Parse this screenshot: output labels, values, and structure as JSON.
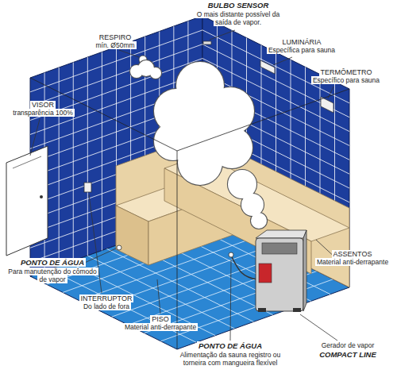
{
  "diagram": {
    "labels": [
      "BULBO SENSOR",
      "O mais distante possível da saída de vapor.",
      "RESPIRO",
      "mín. Ø50mm",
      "LUMINÁRIA",
      "Específica para sauna",
      "TERMÔMETRO",
      "Específico para sauna",
      "VISOR",
      "transparência 100%",
      "PONTO DE ÁGUA",
      "Para manutenção do cômodo de vapor",
      "INTERRUPTOR",
      "Do lado de fora",
      "PISO",
      "Material anti-derrapante",
      "ASSENTOS",
      "Material anti-derrapante",
      "PONTO DE ÁGUA",
      "Alimentação da sauna registro ou torneira com mangueira flexível",
      "Gerador de vapor",
      "COMPACT LINE"
    ]
  }
}
